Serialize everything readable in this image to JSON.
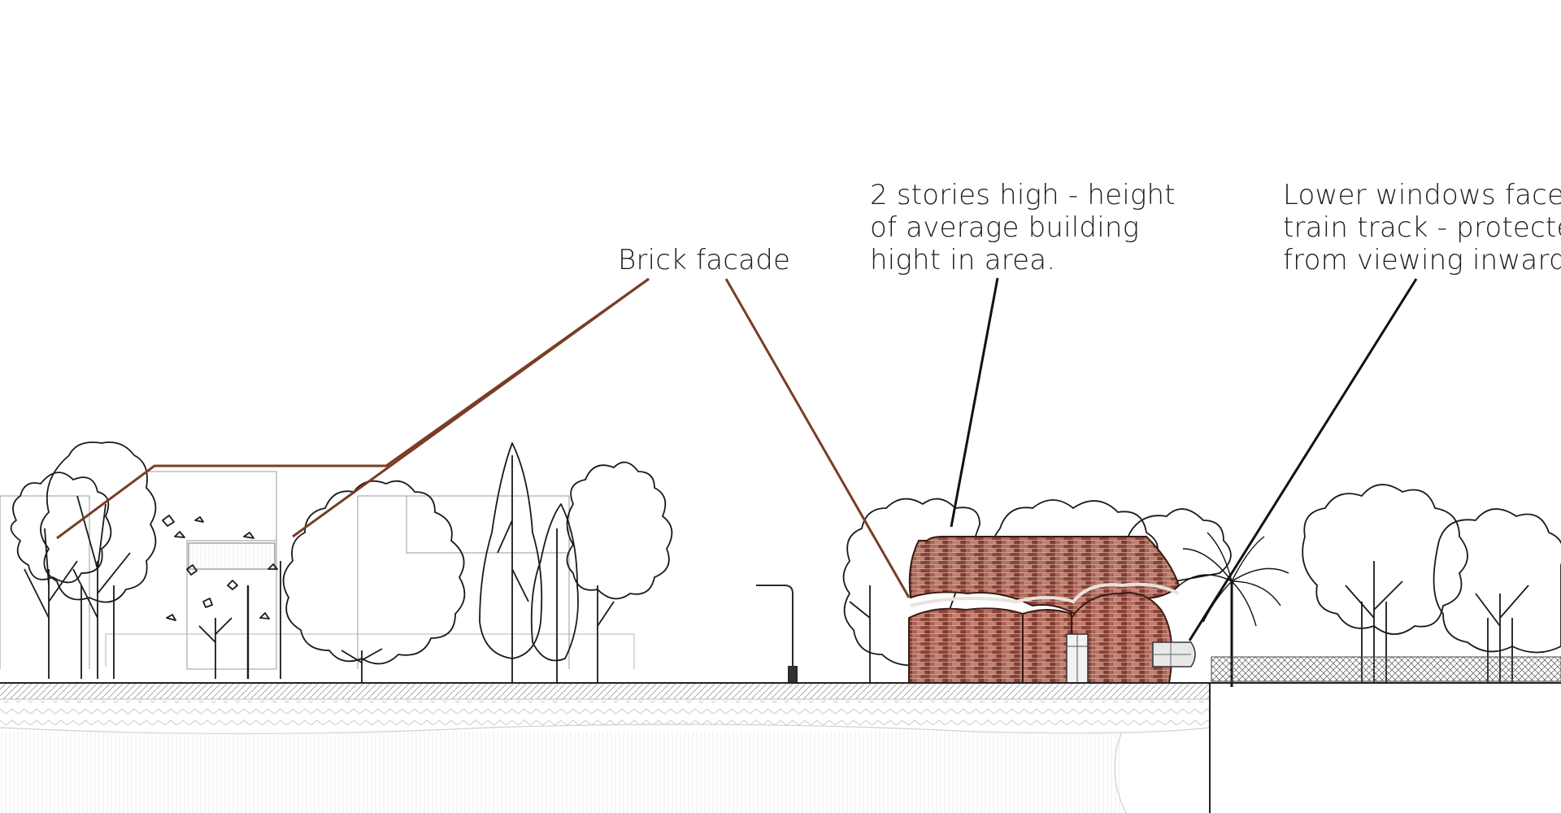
{
  "annotations": {
    "brick_facade": "Brick facade",
    "stories": [
      "2 stories high - height",
      "of average building",
      "hight in area."
    ],
    "windows": [
      "Lower windows face",
      "train track - protected",
      "from viewing inwards."
    ]
  },
  "colors": {
    "brick_leader": "#7a3d25",
    "black_leader": "#111111",
    "brick_base": "#a0574a",
    "ground_hatch": "#bdbdbd",
    "line": "#2a2a2a"
  }
}
